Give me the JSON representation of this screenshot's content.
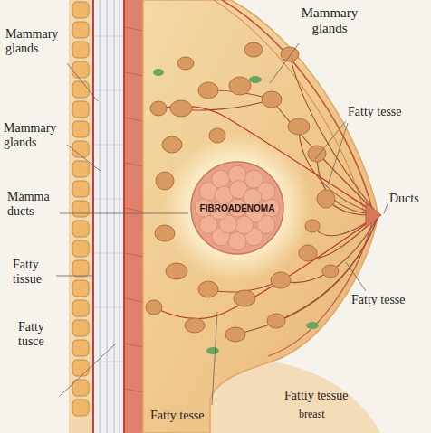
{
  "diagram": {
    "nodes": [
      {
        "text": [
          "FIBROADENOMA"
        ]
      }
    ],
    "labels": [
      "Mammary glands",
      "Fatty tesse",
      "Mammary glands",
      "Mammary glands",
      "Mamma ducts",
      "Ducts",
      "Fatty tissue",
      "Fatty tesse",
      "Fatty tusce",
      "Fatty tesse",
      "Fattiy tessue",
      "breast"
    ]
  }
}
